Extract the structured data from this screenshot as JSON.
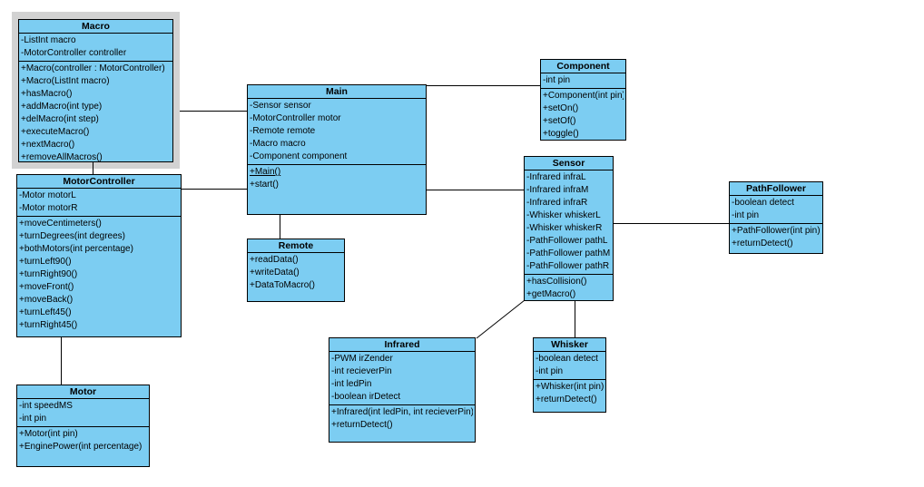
{
  "diagram": {
    "type": "uml-class-diagram",
    "colors": {
      "class_fill": "#7ccdf2",
      "class_border": "#000000",
      "selection_frame": "#d2d2d2",
      "canvas_background": "#ffffff"
    },
    "classes": [
      {
        "id": "macro",
        "name": "Macro",
        "selected": true,
        "attributes": [
          "-ListInt macro",
          "-MotorController controller"
        ],
        "methods": [
          "+Macro(controller : MotorController)",
          "+Macro(ListInt macro)",
          "+hasMacro()",
          "+addMacro(int type)",
          "+delMacro(int step)",
          "+executeMacro()",
          "+nextMacro()",
          "+removeAllMacros()"
        ]
      },
      {
        "id": "motorcontroller",
        "name": "MotorController",
        "attributes": [
          "-Motor motorL",
          "-Motor motorR"
        ],
        "methods": [
          "+moveCentimeters()",
          "+turnDegrees(int degrees)",
          "+bothMotors(int percentage)",
          "+turnLeft90()",
          "+turnRight90()",
          "+moveFront()",
          "+moveBack()",
          "+turnLeft45()",
          "+turnRight45()"
        ]
      },
      {
        "id": "motor",
        "name": "Motor",
        "attributes": [
          "-int speedMS",
          "-int pin"
        ],
        "methods": [
          "+Motor(int pin)",
          "+EnginePower(int percentage)"
        ]
      },
      {
        "id": "main",
        "name": "Main",
        "attributes": [
          "-Sensor sensor",
          "-MotorController motor",
          "-Remote remote",
          "-Macro macro",
          "-Component component"
        ],
        "methods": [
          "+Main()",
          "+start()"
        ],
        "underlined_methods": [
          "+Main()"
        ]
      },
      {
        "id": "remote",
        "name": "Remote",
        "attributes": null,
        "methods": [
          "+readData()",
          "+writeData()",
          "+DataToMacro()"
        ]
      },
      {
        "id": "component",
        "name": "Component",
        "attributes": [
          "-int pin"
        ],
        "methods": [
          "+Component(int pin)",
          "+setOn()",
          "+setOf()",
          "+toggle()"
        ]
      },
      {
        "id": "sensor",
        "name": "Sensor",
        "attributes": [
          "-Infrared infraL",
          "-Infrared infraM",
          "-Infrared infraR",
          "-Whisker whiskerL",
          "-Whisker whiskerR",
          "-PathFollower pathL",
          "-PathFollower pathM",
          "-PathFollower pathR"
        ],
        "methods": [
          "+hasCollision()",
          "+getMacro()"
        ]
      },
      {
        "id": "pathfollower",
        "name": "PathFollower",
        "attributes": [
          "-boolean detect",
          "-int pin"
        ],
        "methods": [
          "+PathFollower(int pin)",
          "+returnDetect()"
        ]
      },
      {
        "id": "infrared",
        "name": "Infrared",
        "attributes": [
          "-PWM irZender",
          "-int recieverPin",
          "-int ledPin",
          "-boolean irDetect"
        ],
        "methods": [
          "+Infrared(int ledPin, int recieverPin)",
          "+returnDetect()"
        ]
      },
      {
        "id": "whisker",
        "name": "Whisker",
        "attributes": [
          "-boolean detect",
          "-int pin"
        ],
        "methods": [
          "+Whisker(int pin)",
          "+returnDetect()"
        ]
      }
    ],
    "connectors": [
      {
        "from": "macro",
        "to": "motorcontroller"
      },
      {
        "from": "macro",
        "to": "main"
      },
      {
        "from": "motorcontroller",
        "to": "main"
      },
      {
        "from": "motorcontroller",
        "to": "motor"
      },
      {
        "from": "main",
        "to": "component"
      },
      {
        "from": "main",
        "to": "sensor"
      },
      {
        "from": "main",
        "to": "remote"
      },
      {
        "from": "sensor",
        "to": "pathfollower"
      },
      {
        "from": "sensor",
        "to": "whisker"
      },
      {
        "from": "sensor",
        "to": "infrared"
      }
    ]
  }
}
